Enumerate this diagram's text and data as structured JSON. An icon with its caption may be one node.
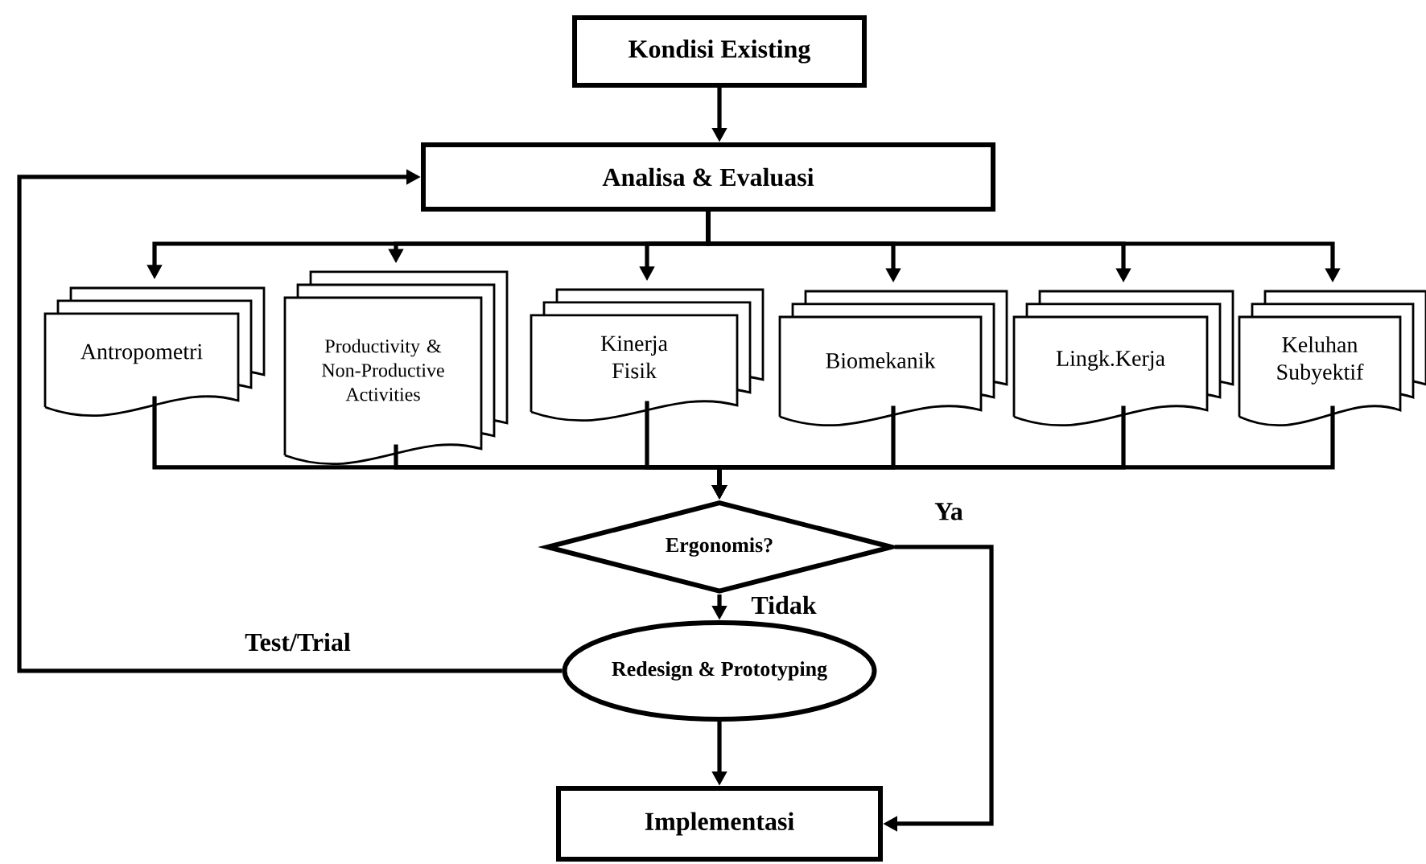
{
  "diagram": {
    "nodes": [
      {
        "text": [
          "Kondisi Existing"
        ]
      },
      {
        "text": [
          "Analisa & Evaluasi"
        ]
      },
      {
        "text": [
          "Antropometri"
        ]
      },
      {
        "text": [
          "Productivity & Non-Productive Activities"
        ]
      },
      {
        "text": [
          "Kinerja Fisik"
        ]
      },
      {
        "text": [
          "Biomekanik"
        ]
      },
      {
        "text": [
          "Lingk.Kerja"
        ]
      },
      {
        "text": [
          "Keluhan Subyektif"
        ]
      },
      {
        "text": [
          "Ergonomis?"
        ]
      },
      {
        "text": [
          "Redesign & Prototyping"
        ]
      },
      {
        "text": [
          "Implementasi"
        ]
      }
    ],
    "edges": [
      {
        "from": 0,
        "to": 1,
        "arrow": "to"
      },
      {
        "from": 1,
        "to": 2,
        "arrow": "to"
      },
      {
        "from": 1,
        "to": 3,
        "arrow": "to"
      },
      {
        "from": 1,
        "to": 4,
        "arrow": "to"
      },
      {
        "from": 1,
        "to": 5,
        "arrow": "to"
      },
      {
        "from": 1,
        "to": 6,
        "arrow": "to"
      },
      {
        "from": 1,
        "to": 7,
        "arrow": "to"
      },
      {
        "from": 2,
        "to": 8,
        "arrow": "to"
      },
      {
        "from": 3,
        "to": 8,
        "arrow": "to"
      },
      {
        "from": 4,
        "to": 8,
        "arrow": "to"
      },
      {
        "from": 5,
        "to": 8,
        "arrow": "to"
      },
      {
        "from": 6,
        "to": 8,
        "arrow": "to"
      },
      {
        "from": 7,
        "to": 8,
        "arrow": "to"
      },
      {
        "from": 8,
        "to": 9,
        "arrow": "to",
        "label": "Tidak"
      },
      {
        "from": 8,
        "to": 10,
        "arrow": "to",
        "label": "Ya"
      },
      {
        "from": 9,
        "to": 10,
        "arrow": "to"
      },
      {
        "from": 9,
        "to": 1,
        "arrow": "to",
        "label": "Test/Trial"
      }
    ]
  }
}
